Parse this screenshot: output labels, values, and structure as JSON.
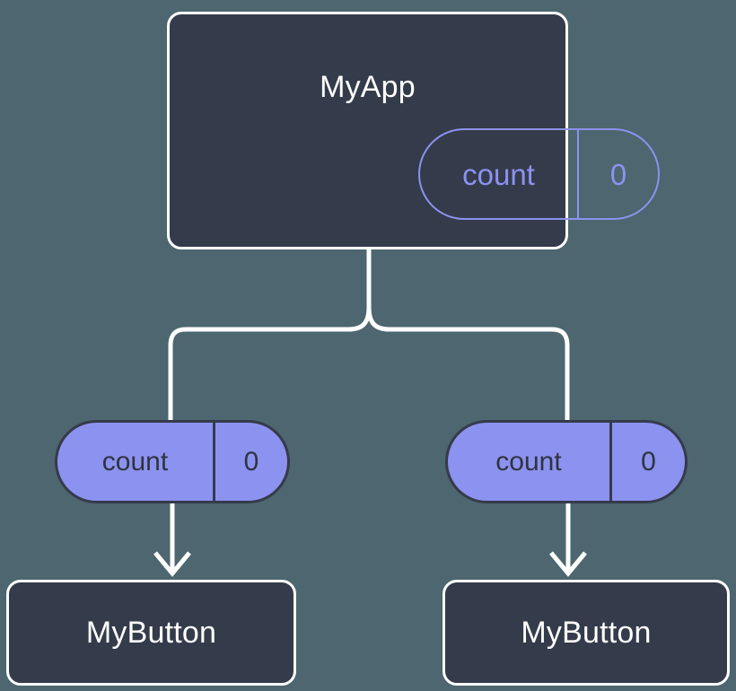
{
  "diagram": {
    "title": "React state propagation tree",
    "background_color": "#4d666f",
    "node_fill_color": "#343b4a",
    "node_border_color": "#ffffff",
    "accent_color": "#8c92ef",
    "wire_color": "#ffffff",
    "nodes": {
      "app": {
        "label": "MyApp",
        "state": {
          "key": "count",
          "value": "0"
        }
      },
      "child_left": {
        "label": "MyButton",
        "prop": {
          "key": "count",
          "value": "0"
        }
      },
      "child_right": {
        "label": "MyButton",
        "prop": {
          "key": "count",
          "value": "0"
        }
      }
    }
  }
}
